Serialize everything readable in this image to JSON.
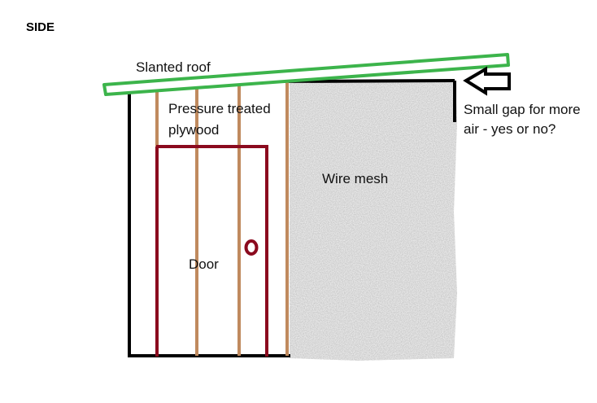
{
  "diagram": {
    "title": "SIDE",
    "labels": {
      "roof": "Slanted roof",
      "plywood_line1": "Pressure treated",
      "plywood_line2": "plywood",
      "mesh": "Wire mesh",
      "door": "Door",
      "gap_line1": "Small gap for more",
      "gap_line2": "air - yes or no?"
    },
    "colors": {
      "frame": "#000000",
      "roof": "#3cb44b",
      "studs": "#c08a5e",
      "door": "#8b0a1e",
      "mesh": "#e8e8e8",
      "arrow": "#000000"
    },
    "icons": {
      "gap_arrow": "left-arrow-icon",
      "door_knob": "door-knob-icon"
    }
  }
}
